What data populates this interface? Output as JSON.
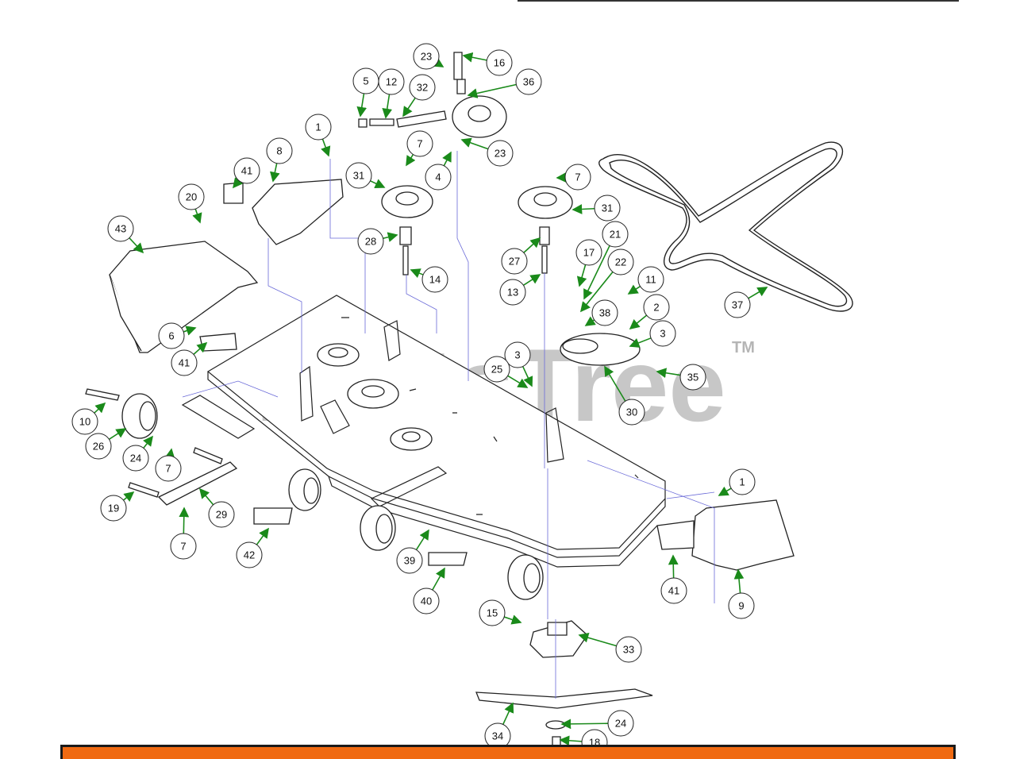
{
  "watermark": {
    "text": "PartsTree",
    "tm": "TM",
    "color": "#b5b5b5"
  },
  "colors": {
    "arrow": "#1a8a1a",
    "leader": "#6a6ad8",
    "line": "#222222",
    "footer": "#f06a12"
  },
  "callouts": [
    {
      "label": "1"
    },
    {
      "label": "1"
    },
    {
      "label": "2"
    },
    {
      "label": "3"
    },
    {
      "label": "3"
    },
    {
      "label": "4"
    },
    {
      "label": "5"
    },
    {
      "label": "6"
    },
    {
      "label": "7"
    },
    {
      "label": "7"
    },
    {
      "label": "7"
    },
    {
      "label": "7"
    },
    {
      "label": "8"
    },
    {
      "label": "9"
    },
    {
      "label": "10"
    },
    {
      "label": "11"
    },
    {
      "label": "12"
    },
    {
      "label": "13"
    },
    {
      "label": "14"
    },
    {
      "label": "15"
    },
    {
      "label": "16"
    },
    {
      "label": "17"
    },
    {
      "label": "18"
    },
    {
      "label": "19"
    },
    {
      "label": "20"
    },
    {
      "label": "21"
    },
    {
      "label": "22"
    },
    {
      "label": "23"
    },
    {
      "label": "23"
    },
    {
      "label": "24"
    },
    {
      "label": "24"
    },
    {
      "label": "25"
    },
    {
      "label": "26"
    },
    {
      "label": "27"
    },
    {
      "label": "28"
    },
    {
      "label": "29"
    },
    {
      "label": "30"
    },
    {
      "label": "31"
    },
    {
      "label": "31"
    },
    {
      "label": "32"
    },
    {
      "label": "33"
    },
    {
      "label": "34"
    },
    {
      "label": "35"
    },
    {
      "label": "36"
    },
    {
      "label": "37"
    },
    {
      "label": "38"
    },
    {
      "label": "39"
    },
    {
      "label": "40"
    },
    {
      "label": "41"
    },
    {
      "label": "41"
    },
    {
      "label": "41"
    },
    {
      "label": "42"
    },
    {
      "label": "43"
    }
  ]
}
